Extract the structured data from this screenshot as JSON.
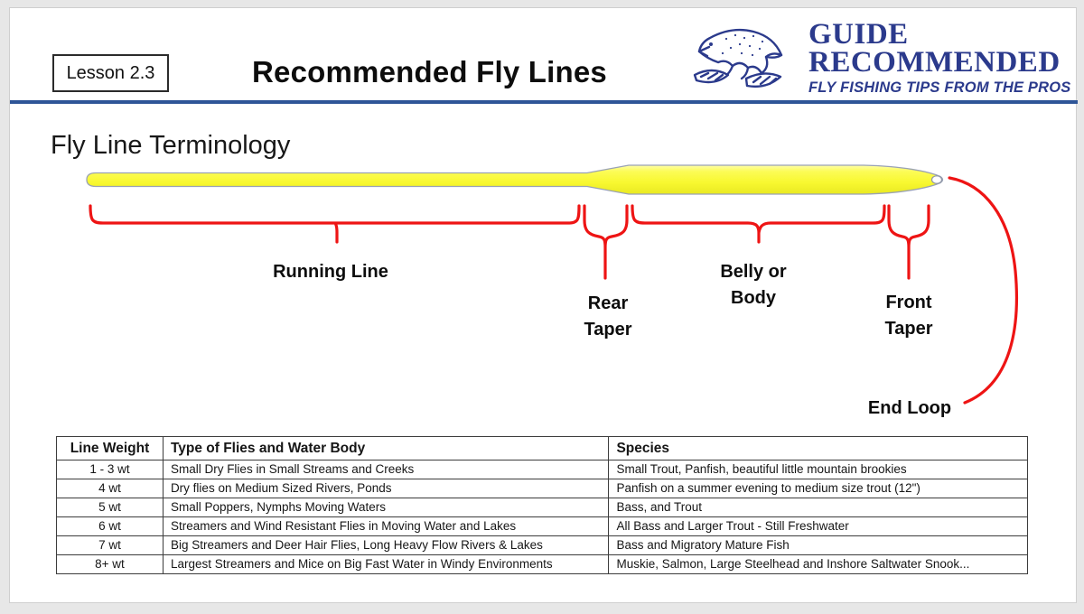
{
  "header": {
    "lesson_badge": "Lesson 2.3",
    "title": "Recommended Fly Lines",
    "logo": {
      "line1": "GUIDE",
      "line2": "RECOMMENDED",
      "tagline": "FLY FISHING TIPS FROM THE PROS"
    }
  },
  "section": {
    "heading": "Fly Line Terminology"
  },
  "diagram": {
    "labels": {
      "running_line": "Running Line",
      "rear_taper": "Rear Taper",
      "belly": "Belly or Body",
      "front_taper": "Front Taper",
      "end_loop": "End Loop"
    },
    "colors": {
      "line_yellow": "#f8f830",
      "bracket_red": "#ee1414",
      "brand_navy": "#2b3a8c",
      "divider_blue": "#2e5597"
    }
  },
  "table": {
    "headers": [
      "Line Weight",
      "Type of Flies and Water Body",
      "Species"
    ],
    "rows": [
      [
        "1 - 3 wt",
        "Small Dry Flies in Small Streams and Creeks",
        "Small Trout, Panfish, beautiful little mountain brookies"
      ],
      [
        "4 wt",
        "Dry flies on Medium Sized Rivers, Ponds",
        "Panfish on a summer evening to medium size trout (12\")"
      ],
      [
        "5 wt",
        "Small Poppers, Nymphs Moving Waters",
        "Bass, and Trout"
      ],
      [
        "6 wt",
        "Streamers and Wind Resistant Flies in Moving Water and Lakes",
        "All Bass and Larger Trout - Still Freshwater"
      ],
      [
        "7 wt",
        "Big Streamers and Deer Hair Flies, Long Heavy Flow Rivers & Lakes",
        "Bass and Migratory Mature Fish"
      ],
      [
        "8+ wt",
        "Largest Streamers and Mice on Big Fast Water in Windy Environments",
        "Muskie, Salmon, Large Steelhead and Inshore Saltwater Snook..."
      ]
    ]
  }
}
